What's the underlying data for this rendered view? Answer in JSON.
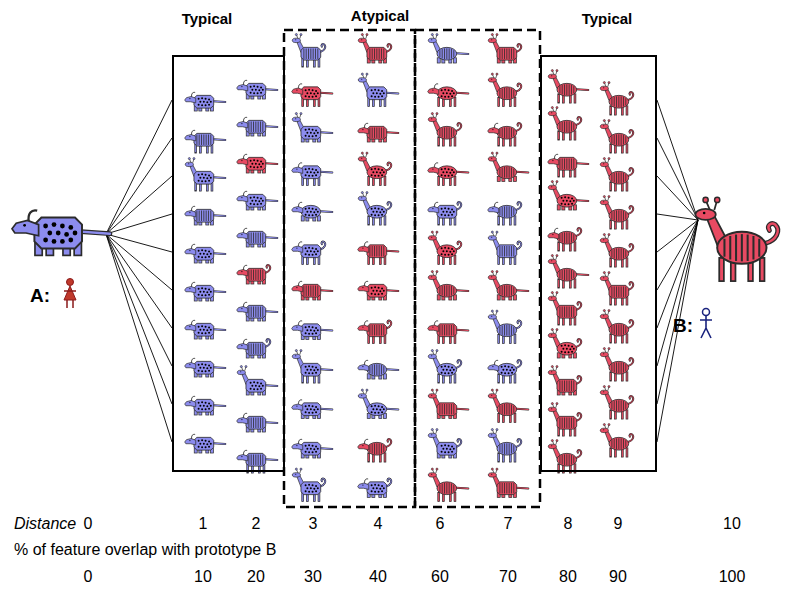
{
  "diagram": {
    "nodes": [
      {
        "text": [
          "Typical"
        ]
      },
      {
        "text": [
          "Typical"
        ]
      }
    ],
    "labels": [
      "Atypical",
      "A:",
      "B:",
      "Distance",
      "0",
      "1",
      "2",
      "3",
      "4",
      "6",
      "7",
      "8",
      "9",
      "10",
      "% of feature overlap with prototype B",
      "0",
      "10",
      "20",
      "30",
      "40",
      "60",
      "70",
      "80",
      "90",
      "100"
    ]
  }
}
